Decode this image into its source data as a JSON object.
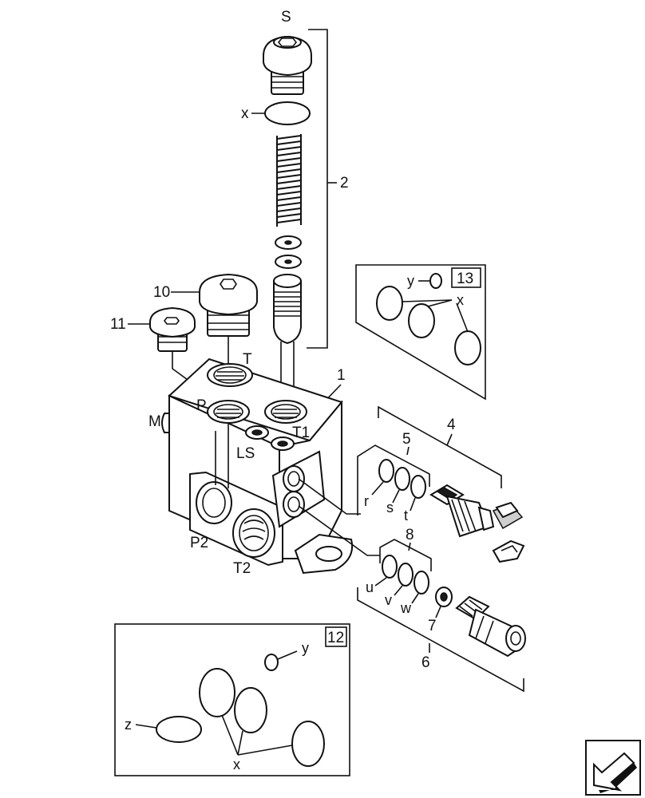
{
  "diagram": {
    "labels": {
      "s": "S",
      "x_top": "x",
      "n2": "2",
      "n10": "10",
      "n11": "11",
      "t": "T",
      "n1": "1",
      "m": "M",
      "p": "P",
      "ls": "LS",
      "t1": "T1",
      "p2": "P2",
      "t2": "T2",
      "n4": "4",
      "n5": "5",
      "r": "r",
      "s_small": "s",
      "t_small": "t",
      "n8": "8",
      "u": "u",
      "v": "v",
      "w": "w",
      "n7": "7",
      "n6": "6",
      "box13": "13",
      "y13": "y",
      "x13": "x",
      "box12": "12",
      "y12": "y",
      "z12": "z",
      "x12": "x"
    }
  },
  "colors": {
    "ink": "#111111",
    "background": "#ffffff"
  },
  "icons": {
    "nav": "arrow-down-left-icon"
  }
}
